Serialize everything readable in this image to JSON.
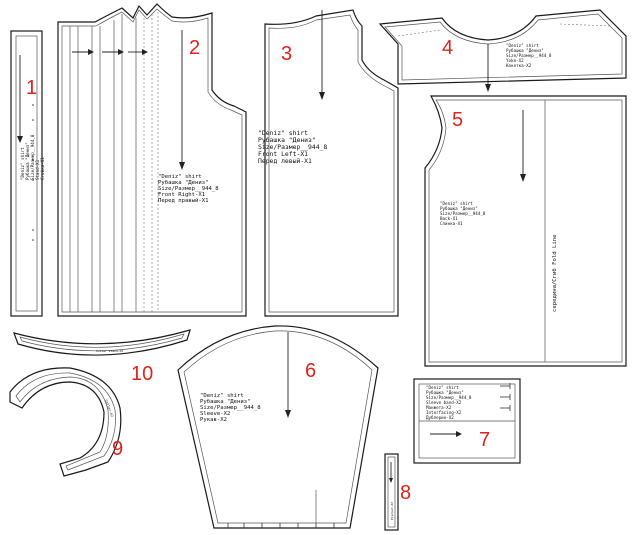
{
  "pieces": [
    {
      "id": "collar-stand-strip",
      "number": "1",
      "label": [
        "\"Deniz\" shirt",
        "Рубашка \"Дениз\"",
        "Size/Размер__944_8",
        "Stand-X1",
        "Стойка-X1"
      ]
    },
    {
      "id": "front-right",
      "number": "2",
      "label": [
        "\"Deniz\" shirt",
        "Рубашка \"Дениз\"",
        "Size/Размер__944_8",
        "Front Right-X1",
        "Перед правый-X1"
      ]
    },
    {
      "id": "front-left",
      "number": "3",
      "label": [
        "\"Deniz\" shirt",
        "Рубашка \"Дениз\"",
        "Size/Размер__944_8",
        "Front Left-X1",
        "Перед левый-X1"
      ]
    },
    {
      "id": "yoke",
      "number": "4",
      "label": [
        "\"Deniz\" shirt",
        "Рубашка \"Дениз\"",
        "Size/Размер__944_8",
        "Yoke-X2",
        "Кокетка-X2"
      ]
    },
    {
      "id": "back",
      "number": "5",
      "label": [
        "\"Deniz\" shirt",
        "Рубашка \"Дениз\"",
        "Size/Размер__944_8",
        "Back-X1",
        "Спинка-X1"
      ],
      "fold_line": "середина/Сгиб Fold Line"
    },
    {
      "id": "sleeve",
      "number": "6",
      "label": [
        "\"Deniz\" shirt",
        "Рубашка \"Дениз\"",
        "Size/Размер__944_8",
        "Sleeve-X2",
        "Рукав-X2"
      ]
    },
    {
      "id": "cuff",
      "number": "7",
      "label": [
        "\"Deniz\" shirt",
        "Рубашка \"Дениз\"",
        "Size/Размер__944_8",
        "Sleeve band-X2",
        "Манжета-X2",
        "Interfacing-X2",
        "Дублерин-X2"
      ]
    },
    {
      "id": "placket",
      "number": "8",
      "label": [
        "Placket-X2"
      ]
    },
    {
      "id": "collar",
      "number": "9",
      "label": [
        "Collar-X2"
      ]
    },
    {
      "id": "collar-band",
      "number": "10",
      "label": [
        "Collar stand-X2"
      ]
    }
  ]
}
